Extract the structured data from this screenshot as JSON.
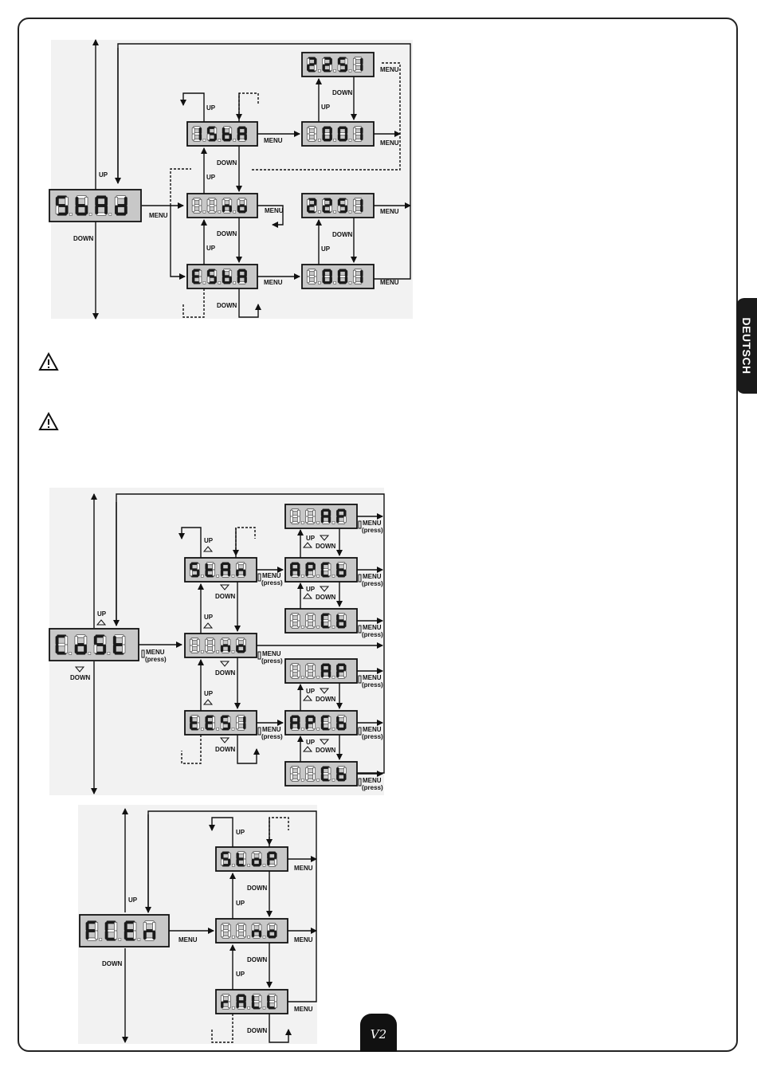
{
  "language_tab": "DEUTSCH",
  "page_badge": "V2",
  "labels": {
    "up": "UP",
    "down": "DOWN",
    "menu": "MENU",
    "press": "(press)"
  },
  "diagram1": {
    "main": "S.h.A.d",
    "options": [
      "I.S.h.A",
      "8.8.n.o",
      "E.S.h.A"
    ],
    "values_upper": [
      "2.2.5.I",
      "8.0.0.I"
    ],
    "values_lower": [
      "2.2.5.I",
      "8.0.0.I"
    ]
  },
  "diagram2": {
    "main": "C.o.S.t",
    "options": [
      "S.t.A.n",
      "8.8.n.o",
      "t.E.S.I"
    ],
    "sub_upper": [
      "8.8.A.P",
      "A.P.C.h",
      "8.8.C.h"
    ],
    "sub_lower": [
      "8.8.A.P",
      "A.P.C.h",
      "8.8.C.h"
    ]
  },
  "diagram3": {
    "main": "F.C.E.n",
    "options": [
      "S.t.o.P",
      "8.8.n.o",
      "r.A.L.L"
    ]
  },
  "colors": {
    "display_bg": "#c8c8c8",
    "digit_lit": "#1a1a1a",
    "digit_dim": "#ffffff",
    "line": "#111111"
  }
}
